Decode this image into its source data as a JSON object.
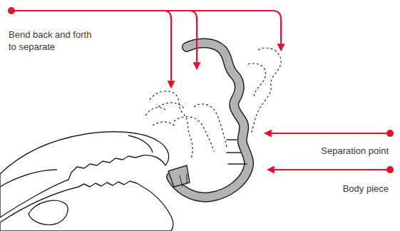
{
  "diagram": {
    "labels": [
      "Bend back and forth to separate",
      "Separation point",
      "Body piece"
    ]
  }
}
